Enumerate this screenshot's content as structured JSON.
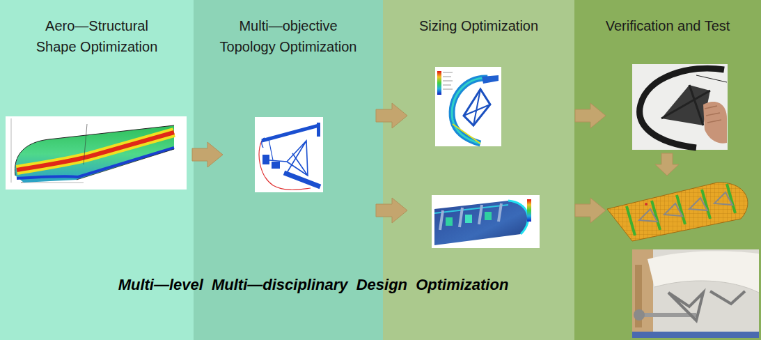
{
  "diagram": {
    "title": "Multi—level Multi—disciplinary Design Optimization",
    "nodes": [
      {
        "text": [
          "Aero—Structural Shape Optimization"
        ]
      },
      {
        "text": [
          "Multi—objective Topology Optimization"
        ]
      },
      {
        "text": [
          "Sizing Optimization"
        ]
      },
      {
        "text": [
          "Verification and Test"
        ]
      }
    ]
  }
}
